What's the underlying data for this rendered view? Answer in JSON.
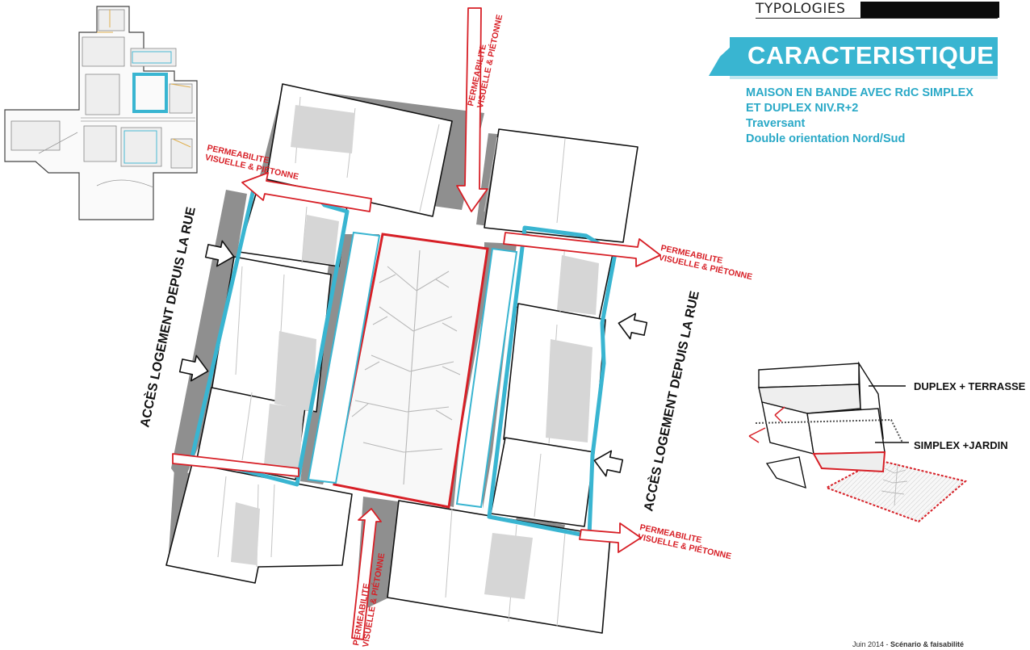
{
  "header": {
    "section_label": "TYPOLOGIES"
  },
  "banner": {
    "title": "CARACTERISTIQUE"
  },
  "description": [
    "MAISON EN BANDE  AVEC RdC SIMPLEX",
    "ET DUPLEX NIV.R+2",
    "Traversant",
    "Double orientation Nord/Sud"
  ],
  "annotations": {
    "permeability_line1": "PERMEABILITE",
    "permeability_line2": "VISUELLE & PIÉTONNE",
    "access_label": "ACCÈS LOGEMENT  DEPUIS LA RUE"
  },
  "legend": {
    "duplex_label": "DUPLEX + TERRASSE",
    "simplex_label": "SIMPLEX +JARDIN"
  },
  "footer": {
    "date": "Juin 2014 - ",
    "title": "Scénario & faisabilité"
  },
  "colors": {
    "accent_blue": "#39b5d1",
    "permeability_red": "#d71f26",
    "shadow_gray": "#8f8f8f",
    "outline_black": "#111111"
  }
}
